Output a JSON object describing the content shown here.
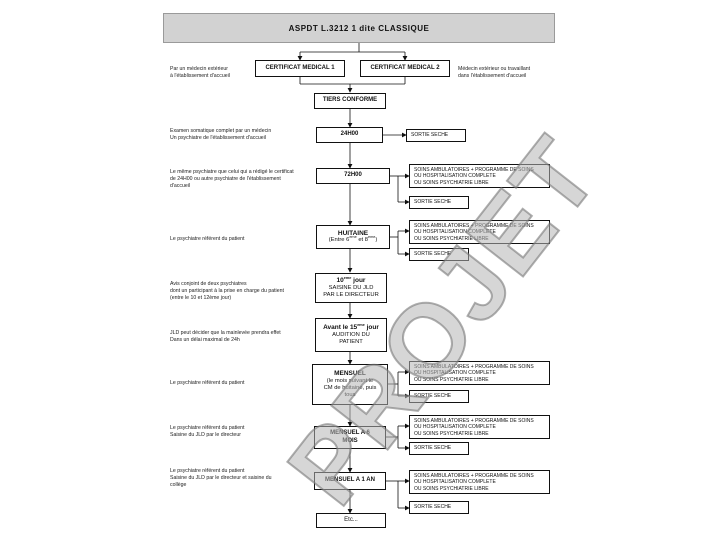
{
  "title": "ASPDT L.3212 1 dite CLASSIQUE",
  "watermark": "PROJET",
  "boxes": {
    "cert1": "CERTIFICAT MEDICAL 1",
    "cert2": "CERTIFICAT MEDICAL 2",
    "tiers": "TIERS CONFORME",
    "h24": "24H00",
    "h72": "72H00",
    "huitaine_title": "HUITAINE",
    "huitaine_sub_a": "(Entre 6",
    "huitaine_sup_a": "eme",
    "huitaine_sub_b": " et 8",
    "huitaine_sup_b": "eme",
    "huitaine_sub_c": ")",
    "j10_num": "10",
    "j10_sup": "eme",
    "j10_title": " jour",
    "j10_line1": "SAISINE DU JLD",
    "j10_line2": "PAR LE DIRECTEUR",
    "j15_title": "Avant le 15",
    "j15_sup": "eme",
    "j15_title2": " jour",
    "j15_line1": "AUDITION DU",
    "j15_line2": "PATIENT",
    "mensuel_title": "MENSUEL",
    "mensuel_line1": "(le mois suivant le",
    "mensuel_line2": "CM de huitaine, puis",
    "mensuel_line3": "tous",
    "m6_line1": "MENSUEL A 6",
    "m6_line2": "MOIS",
    "an1": "MENSUEL A 1 AN",
    "etc": "Etc..."
  },
  "outcomes": {
    "sortie_seche": "SORTIE SECHE",
    "soins_1": "SOINS AMBULATOIRES + PROGRAMME DE SOINS",
    "soins_2": "OU HOSPITALISATION COMPLETE",
    "soins_3": "OU SOINS PSYCHIATRIE LIBRE"
  },
  "notes": {
    "left_cert_1": "Par un médecin extérieur",
    "left_cert_2": "à l'établissement d'accueil",
    "right_cert_1": "Médecin extérieur ou travaillant",
    "right_cert_2": "dans l'établissement d'accueil",
    "exam_1": "Examen somatique complet par un médecin",
    "exam_2": "Un psychiatre de l'établissement d'accueil",
    "h72_1": "Le même psychiatre que celui qui a rédigé le certificat",
    "h72_2": "de 24H00 ou autre psychiatre de l'établissement",
    "h72_3": "d'accueil",
    "ref_1": "Le psychiatre référent du patient",
    "avis_1": "Avis conjoint de deux psychiatres",
    "avis_2": "dont un participant à la prise en charge du patient",
    "avis_3": "(entre le 10 et 12ème jour)",
    "jld_1": "JLD peut décider que la mainlevée prendra effet",
    "jld_2": "Dans un délai maximal de 24h",
    "ref_2": "Le psychiatre référent du patient",
    "m6_1": "Le psychiatre référent du patient",
    "m6_2": "Saisine du JLD par le directeur",
    "an_1": "Le psychiatre référent du patient",
    "an_2": "Saisine du JLD par le directeur et saisine du",
    "an_3": "collège"
  }
}
